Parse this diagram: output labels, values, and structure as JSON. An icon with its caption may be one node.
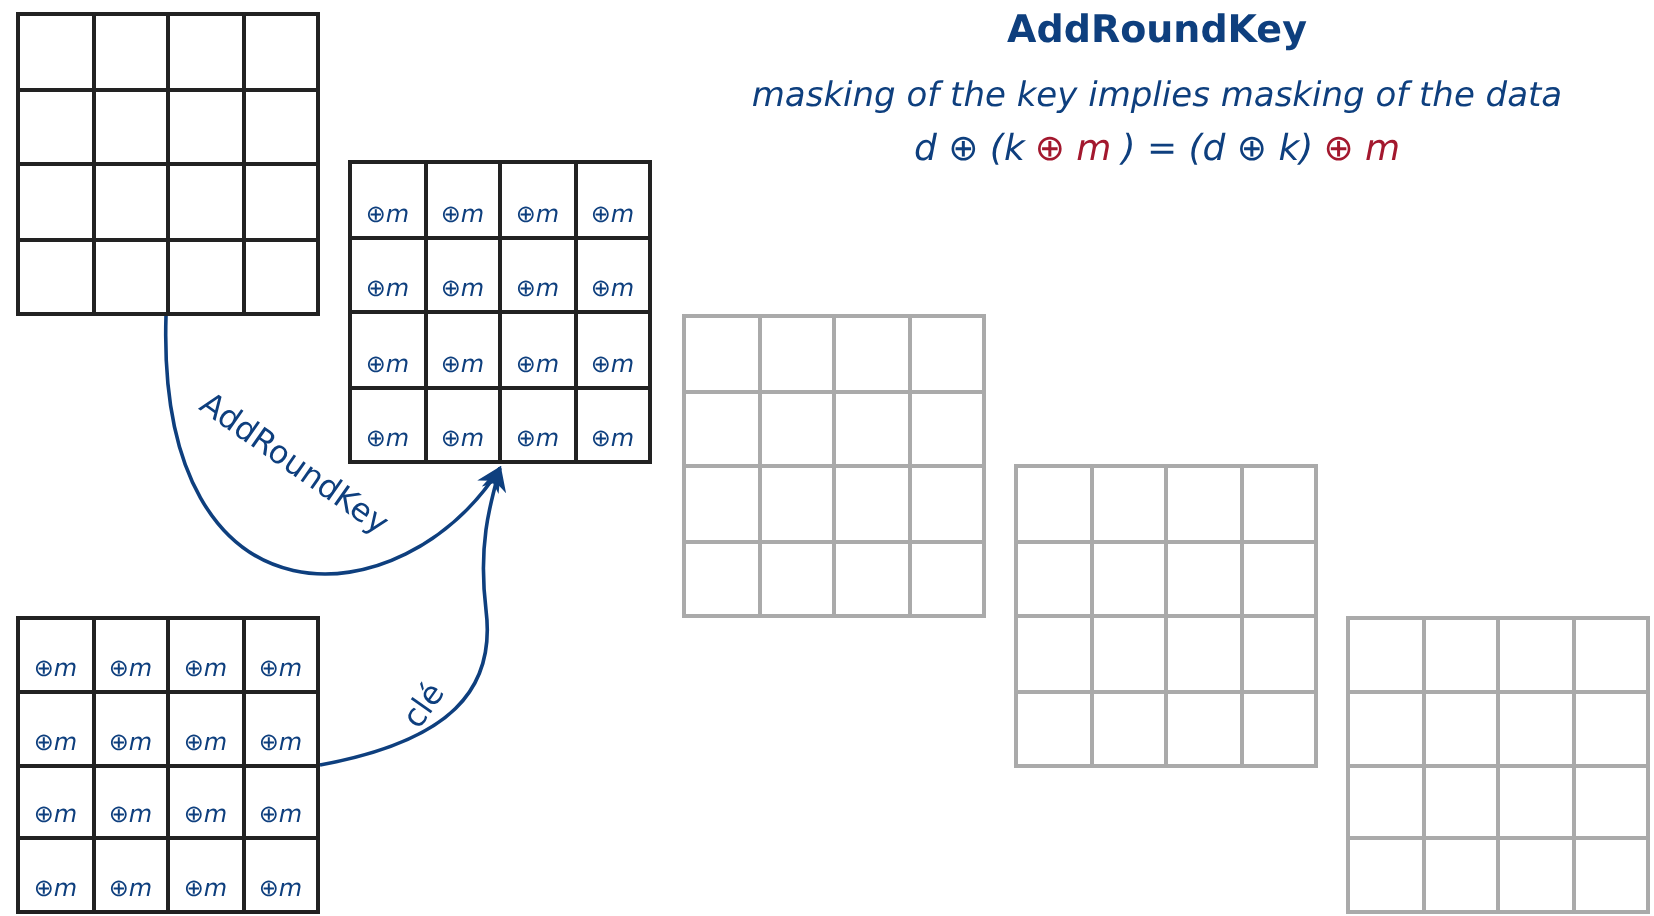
{
  "diagram": {
    "title": "AddRoundKey",
    "nodes": [
      {
        "text": [],
        "shape": "grid"
      },
      {
        "text": [
          "⊕*m*",
          "⊕*m*",
          "⊕*m*",
          "⊕*m*",
          "⊕*m*",
          "⊕*m*",
          "⊕*m*",
          "⊕*m*",
          "⊕*m*",
          "⊕*m*",
          "⊕*m*",
          "⊕*m*",
          "⊕*m*",
          "⊕*m*",
          "⊕*m*",
          "⊕*m*"
        ]
      },
      {
        "text": [
          "⊕*m*",
          "⊕*m*",
          "⊕*m*",
          "⊕*m*",
          "⊕*m*",
          "⊕*m*",
          "⊕*m*",
          "⊕*m*",
          "⊕*m*",
          "⊕*m*",
          "⊕*m*",
          "⊕*m*",
          "⊕*m*",
          "⊕*m*",
          "⊕*m*",
          "⊕*m*"
        ]
      },
      {
        "text": [],
        "shape": "grid"
      },
      {
        "text": [],
        "shape": "grid"
      },
      {
        "text": [],
        "shape": "grid"
      }
    ],
    "edges": [
      {
        "from": 0,
        "to": 1,
        "arrow": "to",
        "label": "AddRoundKey"
      },
      {
        "from": 2,
        "to": 1,
        "arrow": "to",
        "label": "clé"
      }
    ],
    "labels": [
      "masking of the key implies masking of the data",
      "d ⊕ (k",
      "⊕ m",
      ") = (d ⊕ k)",
      "⊕ m"
    ]
  }
}
